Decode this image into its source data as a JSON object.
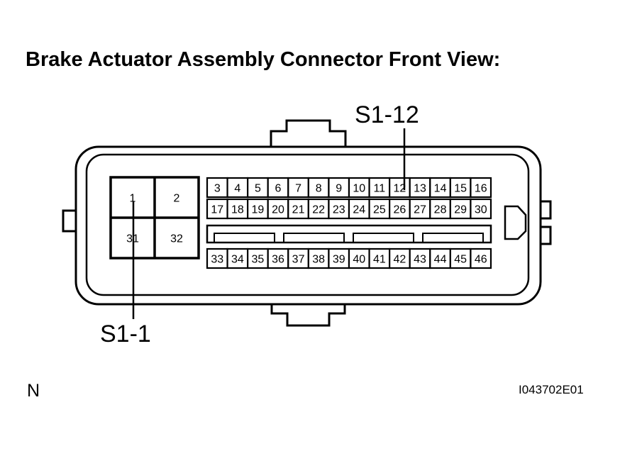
{
  "title": "Brake Actuator Assembly Connector Front View:",
  "callouts": {
    "top": "S1-12",
    "bottom": "S1-1"
  },
  "corner_mark": "N",
  "figure_id": "I043702E01",
  "large_pins": [
    "1",
    "2",
    "31",
    "32"
  ],
  "pin_rows": [
    [
      "3",
      "4",
      "5",
      "6",
      "7",
      "8",
      "9",
      "10",
      "11",
      "12",
      "13",
      "14",
      "15",
      "16"
    ],
    [
      "17",
      "18",
      "19",
      "20",
      "21",
      "22",
      "23",
      "24",
      "25",
      "26",
      "27",
      "28",
      "29",
      "30"
    ],
    [
      "33",
      "34",
      "35",
      "36",
      "37",
      "38",
      "39",
      "40",
      "41",
      "42",
      "43",
      "44",
      "45",
      "46"
    ]
  ]
}
